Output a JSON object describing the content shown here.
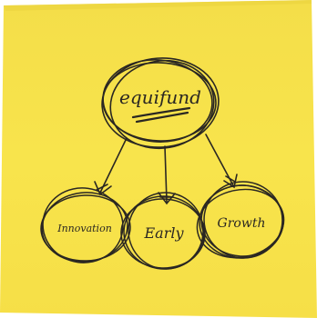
{
  "colors": {
    "note_yellow": "#f7e24a",
    "note_edge": "#efd53a",
    "ink": "#2a2722",
    "background": "#ffffff"
  },
  "diagram": {
    "root": {
      "label": "equifund"
    },
    "children": [
      {
        "label": "Innovation"
      },
      {
        "label": "Early"
      },
      {
        "label": "Growth"
      }
    ]
  }
}
